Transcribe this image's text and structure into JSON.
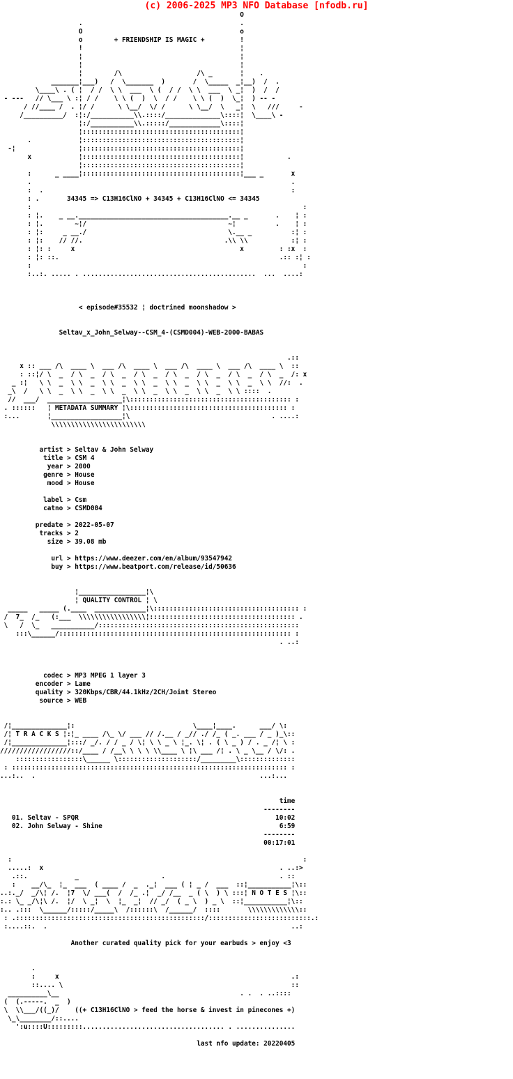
{
  "page": {
    "background": "#ffffff",
    "text_color": "#000000",
    "accent_red": "#ff0000"
  },
  "header": {
    "copyright": "(c) 2006-2025 MP3 NFO Database [nfodb.ru]"
  },
  "release": {
    "slogan": "+ FRIENDSHIP IS MAGIC +",
    "formula_line": "34345 => C13H16ClNO + 34345 + C13H16ClNO <= 34345",
    "episode_line": "< episode#35532 ¦ doctrined moonshadow >",
    "release_name": "Seltav_x_John_Selway--CSM_4-(CSMD004)-WEB-2000-BABAS"
  },
  "metadata_summary": {
    "section_title": "METADATA SUMMARY",
    "artist": "Seltav & John Selway",
    "title": "CSM 4",
    "year": "2000",
    "genre": "House",
    "mood": "House",
    "label": "Csm",
    "catno": "CSMD004",
    "predate": "2022-05-07",
    "tracks": "2",
    "size": "39.08 mb",
    "url": "https://www.deezer.com/en/album/93547942",
    "buy": "https://www.beatport.com/release/id/50636"
  },
  "quality_control": {
    "section_title": "QUALITY CONTROL",
    "codec": "MP3 MPEG 1 layer 3",
    "encoder": "Lame",
    "quality": "320Kbps/CBR/44.1kHz/2CH/Joint Stereo",
    "source": "WEB"
  },
  "tracks_section": {
    "section_title": "T R A C K S",
    "time_header": "time",
    "tracks": [
      {
        "no": "01.",
        "artist": "Seltav",
        "title": "SPQR",
        "time": "10:02"
      },
      {
        "no": "02.",
        "artist": "John Selway",
        "title": "Shine",
        "time": "6:59"
      }
    ],
    "total_time": "00:17:01"
  },
  "notes_section": {
    "section_title": "N O T E S",
    "note": "Another curated quality pick for your earbuds > enjoy <3",
    "sign_off": "((+ C13H16ClNO > feed the horse & invest in pinecones +)",
    "last_update": "last nfo update: 20220405"
  },
  "nfo_lines": [
    "                                                             O",
    "                    .                                        .",
    "                    O                                        o",
    "                    o        + FRIENDSHIP IS MAGIC +         !",
    "                    !                                        ¦",
    "                    ¦                                        ¦",
    "                    ¦                                        ¦",
    "                    ¦        /\\                   /\\ _       ¦    .",
    "             _______¦___)   /  \\_______  )       /  \\_____  _¦__)  /  .",
    "         \\____\\ . ( ¦  / /  \\ \\  ___  \\ (  / /  \\ \\  ___  \\ _¦  )  /  /",
    " - ---   // \\___ \\ :¦ / /    \\ \\ (  )  \\  / /    \\ \\ (  )  \\_¦  ) -- -",
    "      / //____ /  . ¦/ /      \\ \\__/  \\/ /      \\ \\__/  \\   _¦  \\   ///     -",
    "     /__________/  :¦:/___________\\\\.::::/______________\\::::¦  \\____\\ -",
    "                    ¦:/___________\\\\.:::::/_____________\\::::¦",
    "                    ¦::::::::::::::::::::::::::::::::::::::::¦",
    "       .            ¦::::::::::::::::::::::::::::::::::::::::¦",
    "  -¦                ¦::::::::::::::::::::::::::::::::::::::::¦",
    "       x            ¦::::::::::::::::::::::::::::::::::::::::¦           .",
    "                    ¦::::::::::::::::::::::::::::::::::::::::¦",
    "       :      _ ____¦::::::::::::::::::::::::::::::::::::::::¦___ _       x",
    "       .                                                                  .",
    "       :  .                                                               :",
    "       : .       34345 => C13H16ClNO + 34345 + C13H16ClNO <= 34345",
    "       :                                                                     :",
    "       : ¦.    _ __.______________________________________.__ _       .    ¦ :",
    "       : ¦.        ~¦/                                    ~¦          .    ¦ :",
    "       : ¦:     _ __./                                    \\.__ _          :¦ :",
    "       : ¦:    // //.                                    .\\\\ \\\\           :¦ :",
    "       : ¦: :     x                                          x         : :x  :",
    "       : ¦: ::.                                                        .:: :¦ :",
    "       :                                                                     :",
    "       :..:. ..... . ............................................  ...  ....:",
    "",
    "",
    "",
    "                    < episode#35532 ¦ doctrined moonshadow >",
    "",
    "",
    "               Seltav_x_John_Selway--CSM_4-(CSMD004)-WEB-2000-BABAS",
    "",
    "",
    "                                                                         .::",
    "     x :: ___ /\\  ____ \\  ___ /\\  ____ \\  ___ /\\  ____ \\  ___ /\\  ____ \\  ::",
    "     : ::¦/ \\  _  / \\  _  / \\  _  / \\  _  / \\  _  / \\  _  / \\  _  / \\  _  /: x",
    "   _ :¦   \\ \\  _  \\ \\  _  \\ \\  _  \\ \\  _  \\ \\  _  \\ \\  _  \\ \\  _  \\ \\  //:  .",
    "  _\\  /   \\ \\  _  \\ \\  _  \\ \\  _  \\ \\  _  \\ \\  _  \\ \\  _  \\ \\ ::::  .",
    "  //  ___/  ___________________¦\\::::::::::::::::::::::::::::::::::::::::: :",
    " . ::::::   ¦ METADATA SUMMARY ¦\\:::::::::::::::::::::::::::::::::::::::: :",
    " :...       ¦__________________¦\\                                    . ....:",
    "             \\\\\\\\\\\\\\\\\\\\\\\\\\\\\\\\\\\\\\\\\\\\\\\\",
    "",
    "",
    "          artist > Seltav & John Selway",
    "           title > CSM 4",
    "            year > 2000",
    "           genre > House",
    "            mood > House",
    "",
    "           label > Csm",
    "           catno > CSMD004",
    "",
    "         predate > 2022-05-07",
    "          tracks > 2",
    "            size > 39.08 mb",
    "",
    "             url > https://www.deezer.com/en/album/93547942",
    "             buy > https://www.beatport.com/release/id/50636",
    "",
    "",
    "                   ¦_________________¦\\",
    "                   ¦ QUALITY CONTROL ¦ \\",
    "  _____   _____ (.____  _____________¦\\::::::::::::::::::::::::::::::::::::: :",
    " /  7_  /_   (:___  \\\\\\\\\\\\\\\\\\\\\\\\\\\\\\\\\\¦::::::::::::::::::::::::::::::::::::: .",
    " \\   /  \\_   ___________/:::::::::::::::::::::::::::::::::::::::::::::::::::",
    "    :::\\______/::::::::::::::::::::::::::::::::::::::::::::::::::::::::::: :",
    "                                                                       . ..:",
    "",
    "",
    "",
    "           codec > MP3 MPEG 1 layer 3",
    "         encoder > Lame",
    "         quality > 320Kbps/CBR/44.1kHz/2CH/Joint Stereo",
    "          source > WEB",
    "",
    "",
    " /¦______________¦:                              \\____¦____.      ___/ \\:",
    " /¦ T R A C K S ¦:¦_ ____ /\\_ \\/ ___ // /.__ / _// ./ /_ ( _. ___ / _ )_\\::",
    " /¦______________¦:::/ _/. / / _ / \\¦ \\ \\ _ \\ ¦_. \\¦ . ( \\ _ ) / . _ /¦ \\ :",
    "//////////////////::/____ / /__\\ \\ \\ \\ \\\\____ \\ ¦\\ ___ /¦ . \\ _ \\__ / \\/: .",
    "    :::::::::::::::::\\______ \\::::::::::::::::::::/_________\\::::::::::::::",
    " : :::::::::::::::::::::::::::::::::::::::::::::::::::::::::::::::::::::: :",
    "...:..  .                                                         ...:...",
    "",
    "",
    "                                                                       time",
    "                                                                   --------",
    "   01. Seltav - SPQR                                                  10:02",
    "   02. John Selway - Shine                                             6:59",
    "                                                                   --------",
    "                                                                   00:17:01",
    "",
    "  :                                                                          :",
    "  .....:  x                                                            . ..:>",
    "   .::.            _                     .                             . ::",
    "   :    __/\\_  ¦_  ___  ( ____ /  _  ._¦  ___ ( ¦ _ /  ___  ::¦___________¦\\::",
    "..:._/  _/\\¦ /.  ¦7  \\/ ___(  /  /_ .¦  _/ /__  _ ( \\  ) \\ :::¦ N O T E S ¦\\::",
    ":.: \\_ _/\\¦\\ /.  ¦/  \\ _¦  \\  ¦_  _¦  // _/  ( _ \\  ) _ \\  ::¦___________¦\\::",
    ":.. .:::  \\______/:::::/_____\\  /::::::\\  /______/  ::::       \\\\\\\\\\\\\\\\\\\\\\\\\\::",
    " : .::::::::::::::::::::::::::::::::::::::::::::::::/::::::::::::::::::::::::::.:",
    " :....::.  .                                                              ..:",
    "",
    "                  Another curated quality pick for your earbuds > enjoy <3",
    "",
    "",
    "        .",
    "        :     x                                                           .:",
    "        ::.... \\                                                          ::",
    "  __________\\__                                              . .  . ..::::",
    " (  (.-----.  _  )",
    " \\  \\\\___/((_)/    ((+ C13H16ClNO > feed the horse & invest in pinecones +)",
    "  \\_\\________/::....",
    "    ':u::::U:::::::::.................................... . ...............",
    "",
    "                                                  last nfo update: 20220405"
  ]
}
